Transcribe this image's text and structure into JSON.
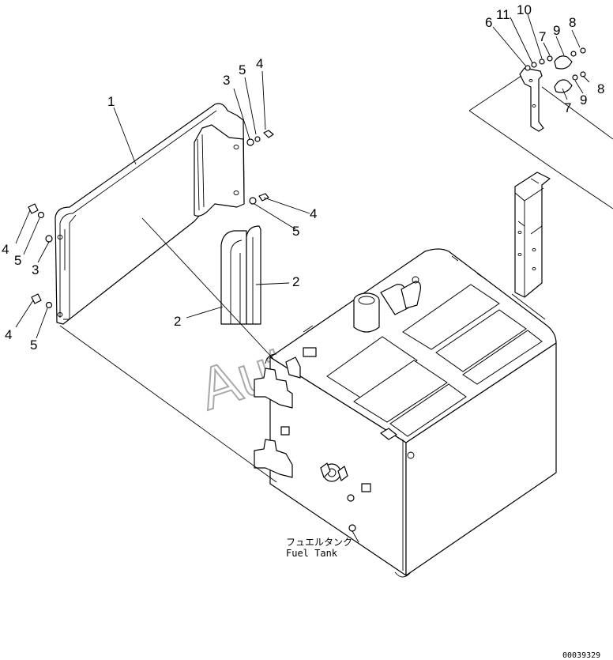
{
  "diagram": {
    "watermark": "AutoSoft",
    "caption": {
      "japanese": "フュエルタンク",
      "english": "Fuel Tank"
    },
    "drawing_code": "00039329",
    "callouts": [
      {
        "id": "c1",
        "text": "1"
      },
      {
        "id": "c2a",
        "text": "2"
      },
      {
        "id": "c2b",
        "text": "2"
      },
      {
        "id": "c3a",
        "text": "3"
      },
      {
        "id": "c3b",
        "text": "3"
      },
      {
        "id": "c4a",
        "text": "4"
      },
      {
        "id": "c4b",
        "text": "4"
      },
      {
        "id": "c4c",
        "text": "4"
      },
      {
        "id": "c4d",
        "text": "4"
      },
      {
        "id": "c5a",
        "text": "5"
      },
      {
        "id": "c5b",
        "text": "5"
      },
      {
        "id": "c5c",
        "text": "5"
      },
      {
        "id": "c5d",
        "text": "5"
      },
      {
        "id": "c6",
        "text": "6"
      },
      {
        "id": "c11",
        "text": "11"
      },
      {
        "id": "c10",
        "text": "10"
      },
      {
        "id": "c7a",
        "text": "7"
      },
      {
        "id": "c7b",
        "text": "7"
      },
      {
        "id": "c9a",
        "text": "9"
      },
      {
        "id": "c9b",
        "text": "9"
      },
      {
        "id": "c8a",
        "text": "8"
      },
      {
        "id": "c8b",
        "text": "8"
      }
    ]
  }
}
